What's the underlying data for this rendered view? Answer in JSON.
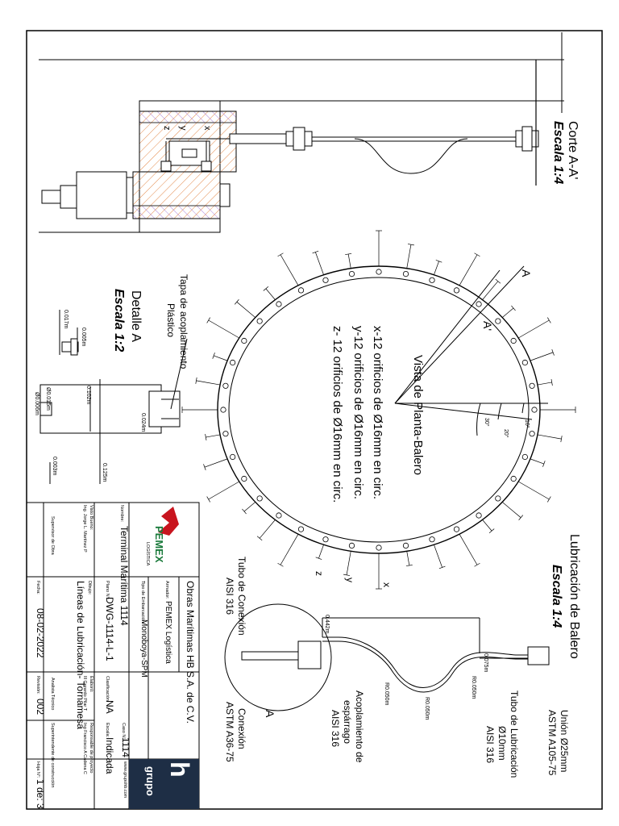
{
  "views": {
    "section": {
      "title": "Corte A-A'",
      "scale": "Escala 1:4",
      "hole_labels": [
        "x",
        "y",
        "z"
      ]
    },
    "plan": {
      "title": "Vista de Planta-Balero",
      "notes": [
        "x-12 orificios de Ø16mm en circ.",
        "y-12 orificios de Ø16mm en circ.",
        "z- 12 orificios de Ø16mm en circ."
      ],
      "section_marks": [
        "A",
        "A'"
      ],
      "angles": [
        "30°",
        "20°",
        "10°"
      ],
      "hole_labels": [
        "x",
        "y",
        "z"
      ]
    },
    "detail": {
      "title": "Detalle A",
      "scale": "Escala 1:2",
      "cap_label_1": "Tapa de acoplamiento",
      "cap_label_2": "Plástico",
      "dims": [
        "0.017m",
        "0.005m",
        "0.102m",
        "Ø0.015m",
        "Ø0.006m",
        "0.024m",
        "0.003m",
        "0.125m"
      ]
    },
    "lubrication": {
      "title": "Lubricación de Balero",
      "scale": "Escala 1:4",
      "dims": [
        "0.442m",
        "0.075m",
        "R0.050m",
        "R0.050m",
        "R0.050m"
      ],
      "union": [
        "Unión Ø25mm",
        "ASTM A105-75"
      ],
      "tube": [
        "Tubo de Lubricación",
        "Ø10mm",
        "AISI 316"
      ],
      "coupling": [
        "Acoplamiento de",
        "espárrago",
        "AISI 316"
      ],
      "connection": [
        "Conexión",
        "ASTM A36-75"
      ],
      "connection_tube": [
        "Tubo de Conexión",
        "AISI 316"
      ],
      "detail_mark": "A"
    }
  },
  "title_block": {
    "company": "Obras Marítimas HB S.A. de C.V.",
    "owner_label": "Armador:",
    "owner": "PEMEX Logística",
    "vessel_label": "Tipo de Embarcación:",
    "vessel": "Monoboya-SPM",
    "name_label": "Nombre:",
    "name": "Terminal Marítima 1114",
    "plan_label": "Plano N°:",
    "plan": "DWG-1114-L-1",
    "class_label": "Clasificación:",
    "class": "NA",
    "scale_label": "Escala:",
    "scale": "Indicada",
    "case_label": "Caso N°:",
    "case": "1114",
    "drawing_label": "Dibujo:",
    "drawing": "Líneas de Lubricación- Tornamesa",
    "made_label": "Elaboró:",
    "made_by": "Ill Gerardo Pilar T",
    "reviewed_role": "Analista Técnico",
    "responsible_label": "Responsable de proyecto",
    "responsible": "Ing Francisco A Cadena C",
    "approved_role": "Superintendente de construcción",
    "vb_label": "Visto Bueno:",
    "vb": "Ing. Jorge L. Martínez P",
    "vb_role": "Supervisor de Obra",
    "date_label": "Fecha:",
    "date": "08-02-2022",
    "revision_label": "Revisión:",
    "revision": "002",
    "sheet_label": "Hoja N°:",
    "sheet": "1 de: 3",
    "pemex_logo": "PEMEX",
    "pemex_sub": "LOGÍSTICA",
    "grupo_logo": "grupo",
    "website": "www.grupohb.com"
  },
  "colors": {
    "hatch": "#e3894a",
    "line": "#000000",
    "accent_red": "#c8141e",
    "logo_bg": "#1e2e45"
  }
}
